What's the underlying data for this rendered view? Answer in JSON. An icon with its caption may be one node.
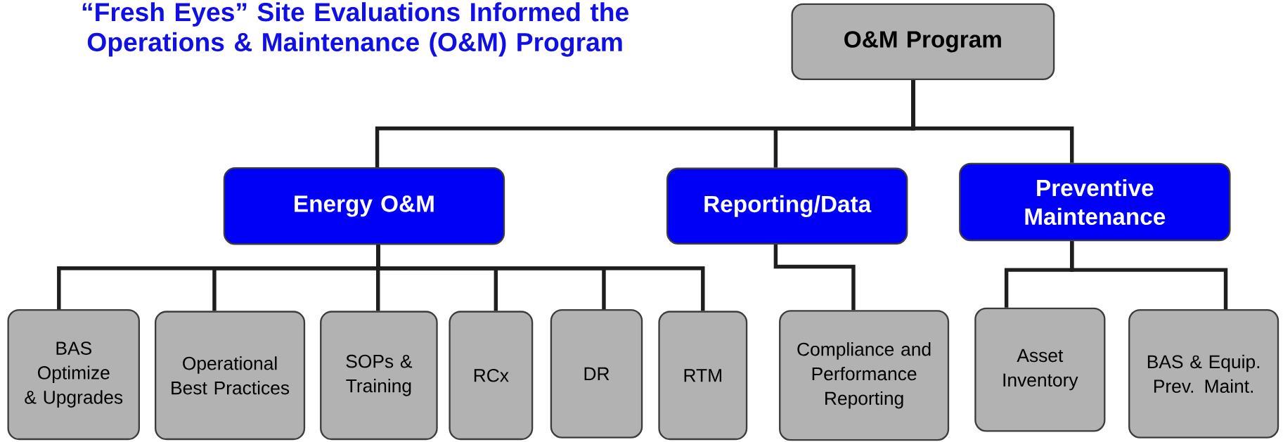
{
  "diagram": {
    "title": "“Fresh Eyes” Site Evaluations Informed the Operations & Maintenance (O&M) Program",
    "nodes": [
      {
        "text": [
          "O&M Program"
        ]
      },
      {
        "text": [
          "Energy O&M"
        ]
      },
      {
        "text": [
          "Reporting/Data"
        ]
      },
      {
        "text": [
          "Preventive Maintenance"
        ]
      },
      {
        "text": [
          "BAS Optimize & Upgrades"
        ]
      },
      {
        "text": [
          "Operational Best Practices"
        ]
      },
      {
        "text": [
          "SOPs & Training"
        ]
      },
      {
        "text": [
          "RCx"
        ]
      },
      {
        "text": [
          "DR"
        ]
      },
      {
        "text": [
          "RTM"
        ]
      },
      {
        "text": [
          "Compliance and Performance Reporting"
        ]
      },
      {
        "text": [
          "Asset Inventory"
        ]
      },
      {
        "text": [
          "BAS & Equip. Prev. Maint."
        ]
      }
    ],
    "edges": [
      {
        "from": 0,
        "to": 1,
        "arrow": "none"
      },
      {
        "from": 0,
        "to": 2,
        "arrow": "none"
      },
      {
        "from": 0,
        "to": 3,
        "arrow": "none"
      },
      {
        "from": 1,
        "to": 4,
        "arrow": "none"
      },
      {
        "from": 1,
        "to": 5,
        "arrow": "none"
      },
      {
        "from": 1,
        "to": 6,
        "arrow": "none"
      },
      {
        "from": 1,
        "to": 7,
        "arrow": "none"
      },
      {
        "from": 1,
        "to": 8,
        "arrow": "none"
      },
      {
        "from": 1,
        "to": 9,
        "arrow": "none"
      },
      {
        "from": 2,
        "to": 10,
        "arrow": "none"
      },
      {
        "from": 3,
        "to": 11,
        "arrow": "none"
      },
      {
        "from": 3,
        "to": 12,
        "arrow": "none"
      }
    ]
  }
}
